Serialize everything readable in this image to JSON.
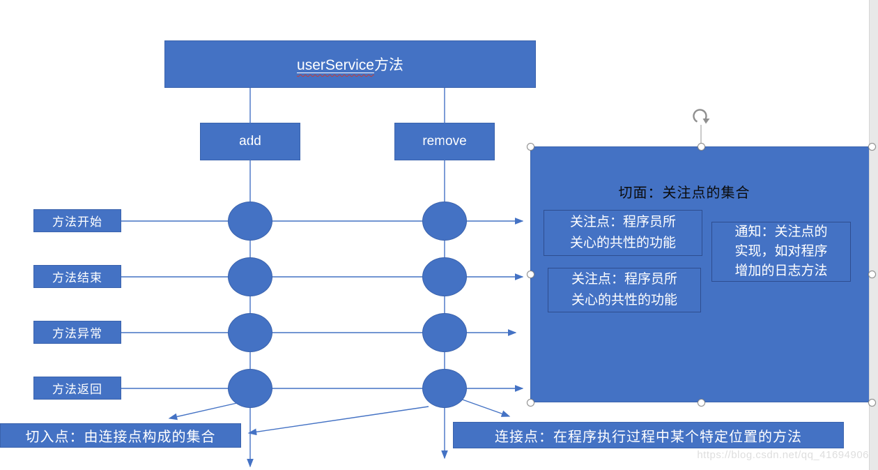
{
  "colors": {
    "accent": "#4472C4",
    "shape_border": "#3A62AC",
    "inner_border": "#2E4D8F",
    "line": "#4472C4",
    "spellcheck_wavy": "#cc3b30",
    "aspect_title_text": "#0b0b0b",
    "handle_border": "#8f8f8f",
    "slide_edge_strip": "#e8e8e8",
    "watermark_text": "#dedede"
  },
  "flowchart": {
    "title": {
      "latin": "userService",
      "suffix": "方法"
    },
    "methods": [
      {
        "label": "add"
      },
      {
        "label": "remove"
      }
    ],
    "stages": [
      {
        "label": "方法开始"
      },
      {
        "label": "方法结束"
      },
      {
        "label": "方法异常"
      },
      {
        "label": "方法返回"
      }
    ]
  },
  "aspect": {
    "title": "切面：关注点的集合",
    "concerns": [
      {
        "text": "关注点：程序员所\n关心的共性的功能"
      },
      {
        "text": "关注点：程序员所\n关心的共性的功能"
      }
    ],
    "notice": {
      "text": "通知：关注点的\n实现，如对程序\n增加的日志方法"
    }
  },
  "bottom": {
    "pointcut": "切入点：由连接点构成的集合",
    "joinpoint": "连接点：在程序执行过程中某个特定位置的方法"
  },
  "watermark": {
    "text": "https://blog.csdn.net/qq_41694906"
  }
}
